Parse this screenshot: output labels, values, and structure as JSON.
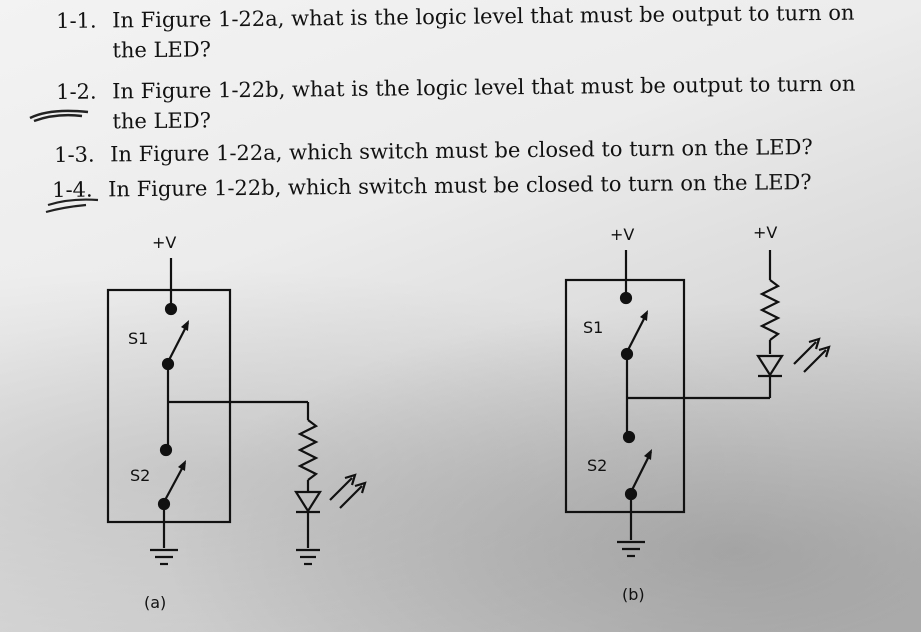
{
  "questions": [
    {
      "number": "1-1.",
      "line1": "In Figure 1-22a, what is the logic level that must be output to turn on",
      "line2": "the LED?"
    },
    {
      "number": "1-2.",
      "line1": "In Figure 1-22b, what is the logic level that must be output to turn on",
      "line2": "the LED?"
    },
    {
      "number": "1-3.",
      "line1": "In Figure 1-22a, which switch must be closed to turn on the LED?",
      "line2": ""
    },
    {
      "number": "1-4.",
      "line1": "In Figure 1-22b, which switch must be closed to turn on the LED?",
      "line2": ""
    }
  ],
  "figure_a": {
    "supply": "+V",
    "switch_top": "S1",
    "switch_bottom": "S2",
    "caption": "(a)"
  },
  "figure_b": {
    "supply_box": "+V",
    "supply_led": "+V",
    "switch_top": "S1",
    "switch_bottom": "S2",
    "caption": "(b)"
  },
  "colors": {
    "ink": "#111111",
    "paper": "#eeeeee"
  }
}
